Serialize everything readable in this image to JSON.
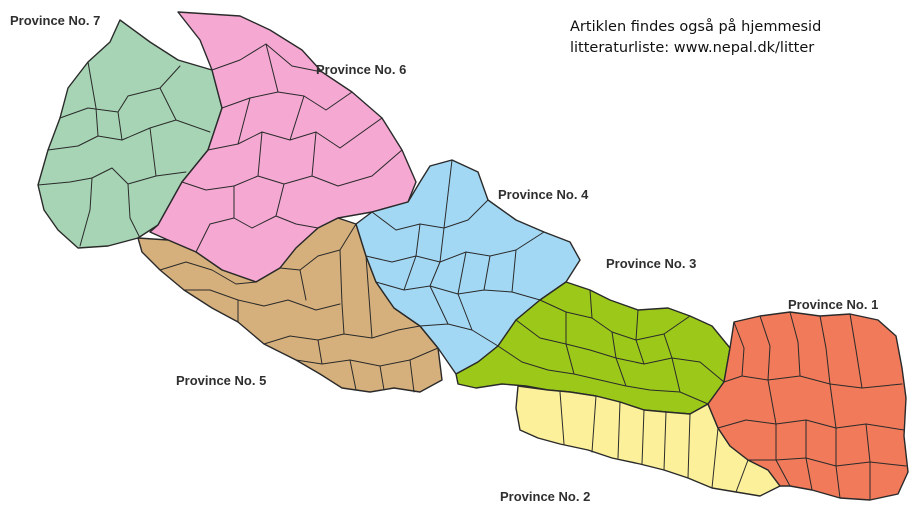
{
  "caption": {
    "line1": "Artiklen findes også på hjemmesid",
    "line2": "litteraturliste: www.nepal.dk/litter"
  },
  "provinces": [
    {
      "name": "Province No. 1",
      "color": "#f07a5a"
    },
    {
      "name": "Province No. 2",
      "color": "#fcf09a"
    },
    {
      "name": "Province No. 3",
      "color": "#9cc81a"
    },
    {
      "name": "Province No. 4",
      "color": "#a3d8f4"
    },
    {
      "name": "Province No. 5",
      "color": "#d6b07c"
    },
    {
      "name": "Province No. 6",
      "color": "#f4a8d2"
    },
    {
      "name": "Province No. 7",
      "color": "#a6d4b4"
    }
  ]
}
